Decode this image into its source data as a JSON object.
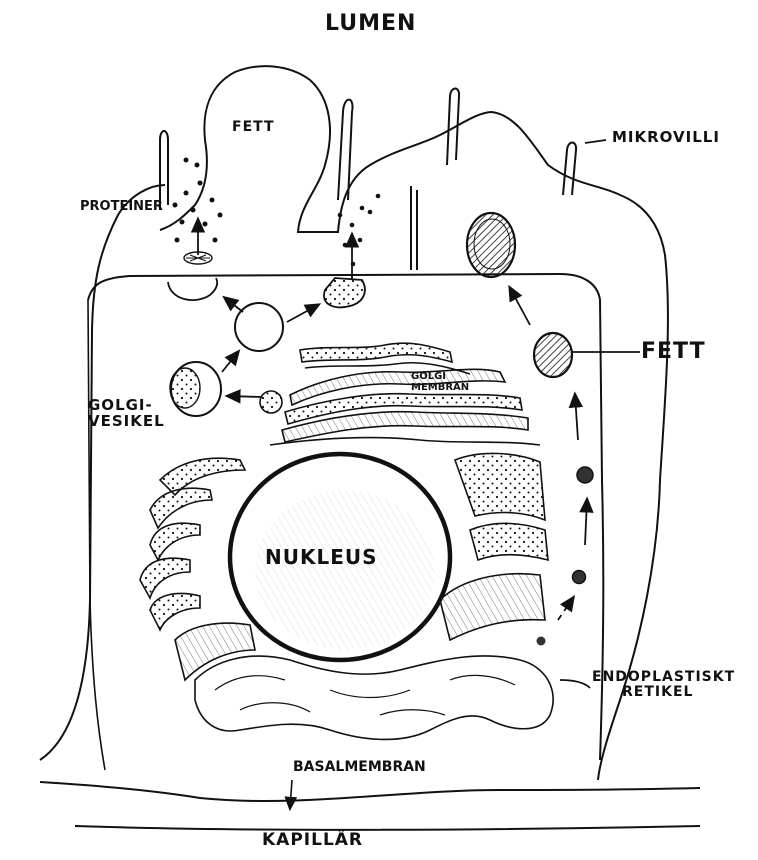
{
  "labels": {
    "lumen": "LUMEN",
    "fett_top": "FETT",
    "mikrovilli": "MIKROVILLI",
    "proteiner": "PROTEINER",
    "fett_right": "FETT",
    "golgi_vesikel": [
      "GOLGI-",
      "VESIKEL"
    ],
    "golgi_membran": [
      "GOLGI",
      "MEMBRAN"
    ],
    "nukleus": "NUKLEUS",
    "endoplastiskt_retikel": [
      "ENDOPLASTISKT",
      "RETIKEL"
    ],
    "basalmembran": "BASALMEMBRAN",
    "kapillar": "KAPILLÄR"
  },
  "colors": {
    "ink": "#111111",
    "paper": "#ffffff"
  }
}
